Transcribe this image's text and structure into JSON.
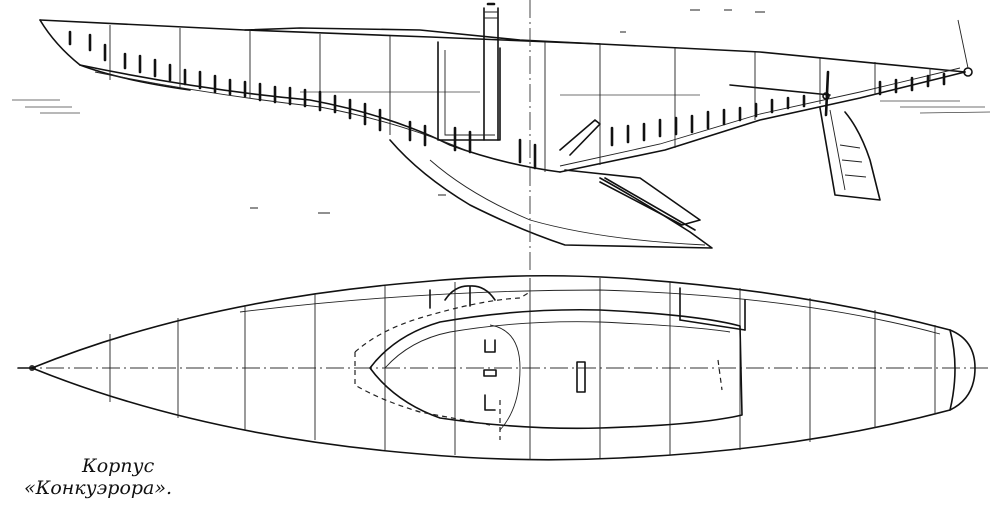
{
  "caption": {
    "line1": "Корпус",
    "line2": "«Конкуэрора»."
  },
  "colors": {
    "ink": "#111111",
    "paper": "#ffffff"
  },
  "views": {
    "profile": "side-elevation-view",
    "plan": "plan-view"
  }
}
